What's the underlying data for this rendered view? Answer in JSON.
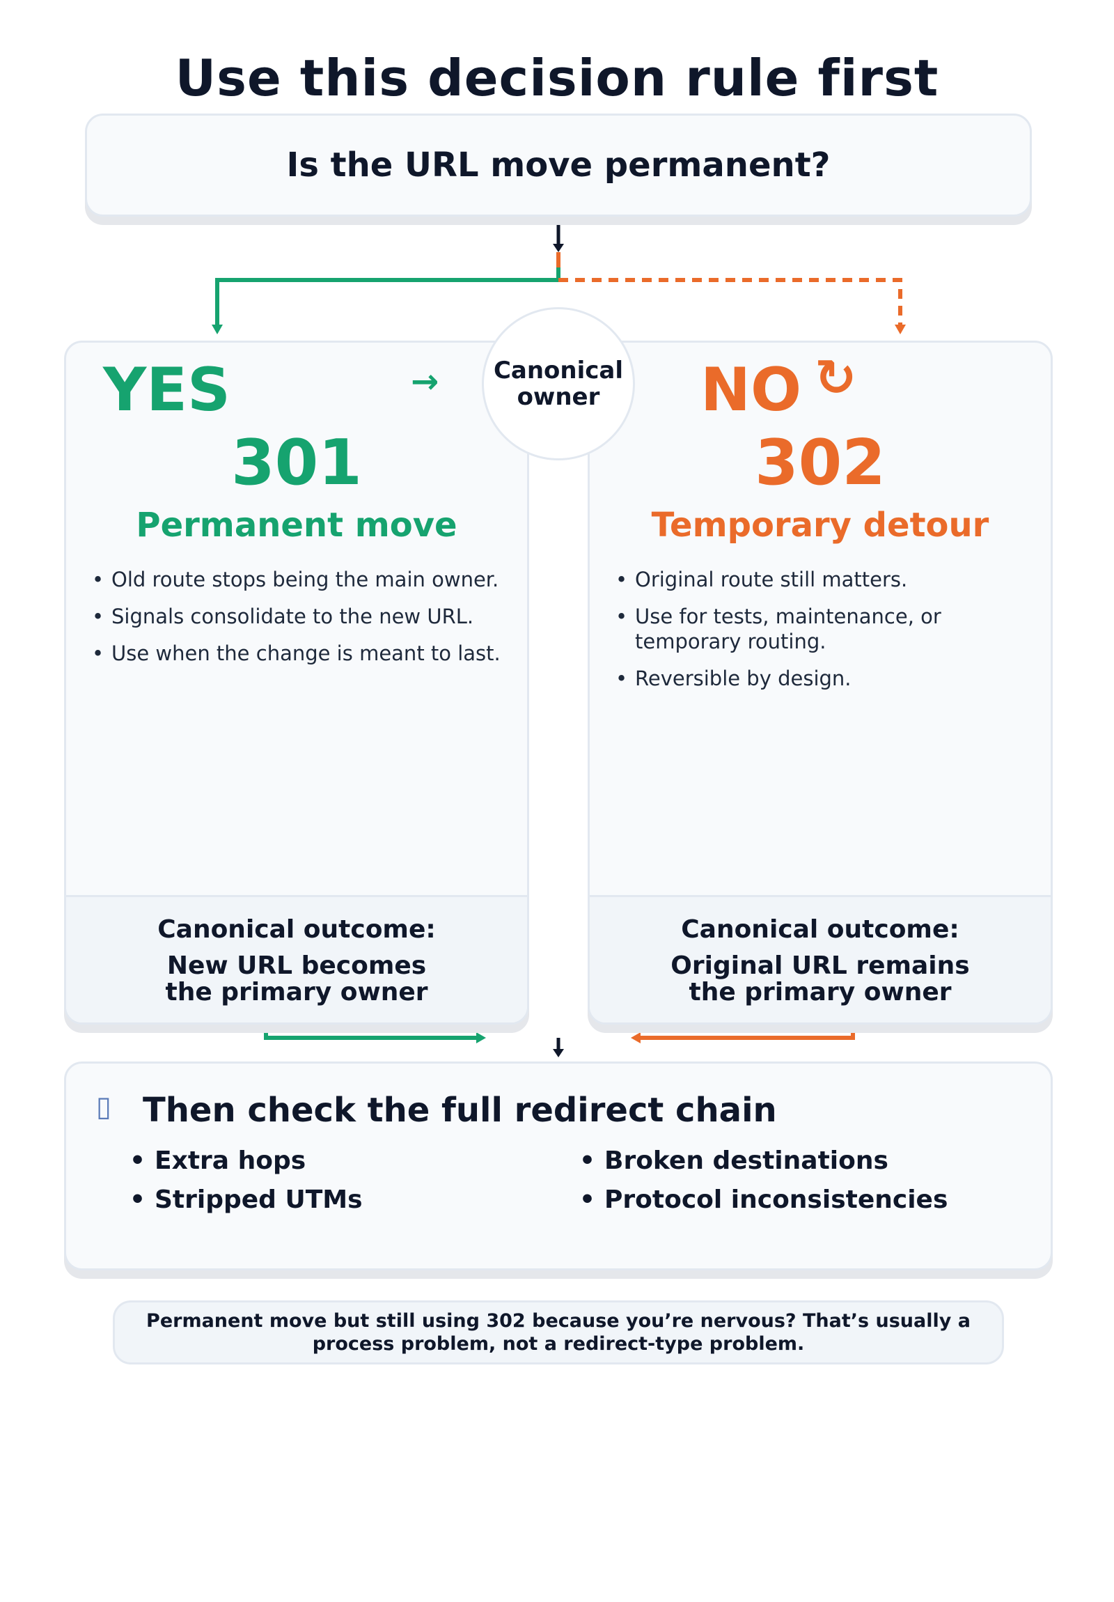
{
  "title": "Use this decision rule first",
  "question": "Is the URL move permanent?",
  "center_badge": {
    "line1": "Canonical",
    "line2": "owner"
  },
  "yes_branch": {
    "label": "YES",
    "arrow_icon": "→",
    "code": "301",
    "subtitle": "Permanent move",
    "bullets": [
      "Old route stops being the main owner.",
      "Signals consolidate to the new URL.",
      "Use when the change is meant to last."
    ],
    "outcome_heading": "Canonical outcome:",
    "outcome_line1": "New URL becomes",
    "outcome_line2": "the primary owner",
    "color": "#16a36f"
  },
  "no_branch": {
    "label": "NO",
    "refresh_icon": "↻",
    "code": "302",
    "subtitle": "Temporary detour",
    "bullets": [
      "Original route still matters.",
      "Use for tests, maintenance, or temporary routing.",
      "Reversible by design."
    ],
    "outcome_heading": "Canonical outcome:",
    "outcome_line1": "Original URL remains",
    "outcome_line2": "the primary owner",
    "color": "#ea6b2a"
  },
  "chain": {
    "icon": "chain-link-icon",
    "icon_glyph": "▯",
    "title": "Then check the full redirect chain",
    "left_items": [
      "Extra hops",
      "Stripped UTMs"
    ],
    "right_items": [
      "Broken destinations",
      "Protocol inconsistencies"
    ]
  },
  "note": "Permanent move but still using 302 because you’re nervous? That’s usually a process problem, not a redirect-type problem."
}
